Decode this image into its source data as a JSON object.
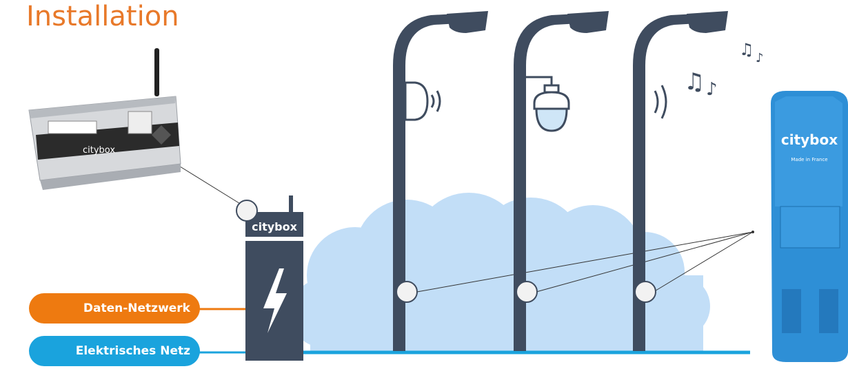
{
  "title": "Installation",
  "legend": {
    "data_network": "Daten-Netzwerk",
    "electric_network": "Elektrisches Netz"
  },
  "brand": {
    "cabinet_logo": "citybox",
    "controller_logo": "citybox",
    "node_logo": "citybox",
    "node_subtitle": "Made in France"
  },
  "colors": {
    "title": "#e8792a",
    "data_network": "#ee7a10",
    "electric_network": "#1aa3dd",
    "pole": "#3f4c5f",
    "cloud": "#bcdcf7",
    "node": "#2e8fd6"
  },
  "icons": [
    "antenna-icon",
    "lightning-icon",
    "speaker-icon",
    "camera-icon",
    "music-note-icon",
    "sound-wave-icon"
  ]
}
